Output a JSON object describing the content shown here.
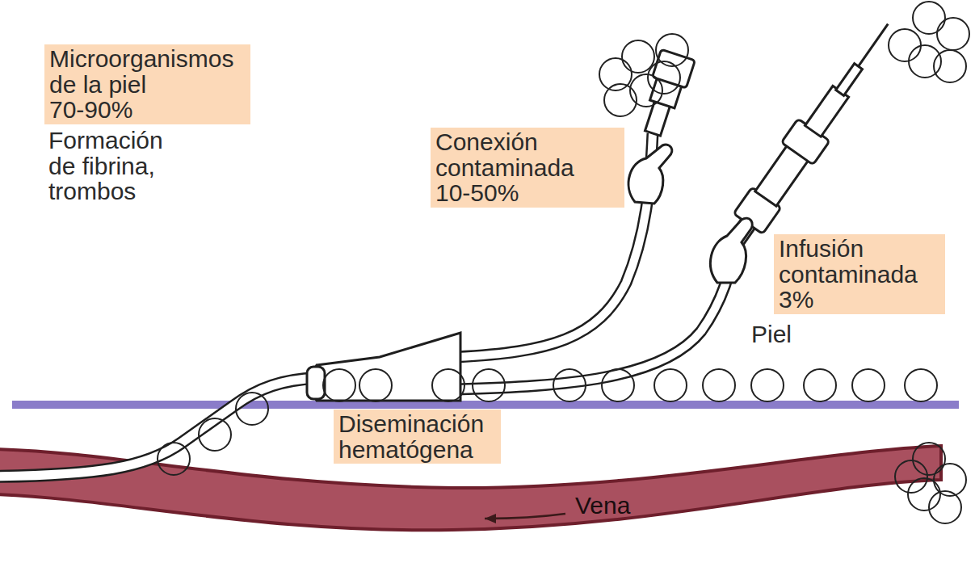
{
  "diagram": {
    "nodes": [
      {
        "text": [
          "Microorganismos de la piel",
          "70-90%"
        ]
      },
      {
        "text": [
          "Conexión contaminada",
          "10-50%"
        ]
      },
      {
        "text": [
          "Infusión contaminada",
          "3%"
        ]
      },
      {
        "text": [
          "Diseminación hematógena"
        ]
      }
    ],
    "labels": [
      "Formación de fibrina, trombos",
      "Piel",
      "Vena"
    ]
  }
}
